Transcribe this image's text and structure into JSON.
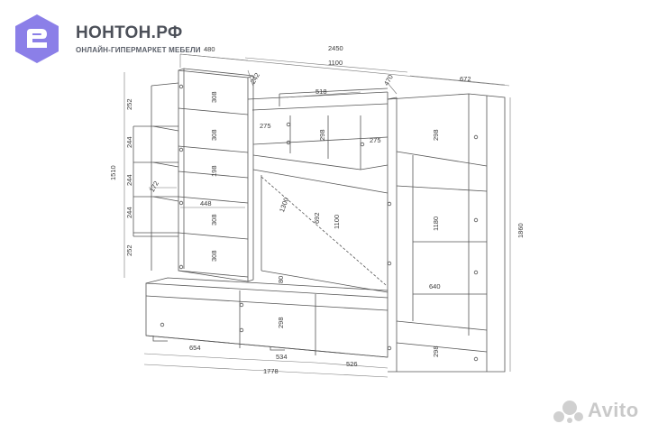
{
  "brand": {
    "name": "НОНТОН.РФ",
    "tagline": "ОНЛАЙН-ГИПЕРМАРКЕТ МЕБЕЛИ",
    "logo_color": "#8b7fe8"
  },
  "watermark": {
    "text": "Avito"
  },
  "dimensions": {
    "top_width": "2450",
    "mid_width": "1100",
    "left_depth": "480",
    "right_width": "672",
    "gap_242": "242",
    "gap_470": "470",
    "center_518": "518",
    "left_height": "1510",
    "right_height": "1860",
    "shelf_252_top": "252",
    "shelf_244_a": "244",
    "shelf_244_b": "244",
    "shelf_244_c": "244",
    "shelf_252_bottom": "252",
    "shelf_172": "172",
    "col_308_a": "308",
    "col_308_b": "308",
    "col_198": "198",
    "col_308_c": "308",
    "col_308_d": "308",
    "depth_448": "448",
    "niche_275_left": "275",
    "niche_298_center": "298",
    "niche_275_right": "275",
    "right_298_top": "298",
    "tv_1300": "1300",
    "tv_692": "692",
    "tv_1100": "1100",
    "right_1180": "1180",
    "right_640": "640",
    "tv_80": "80",
    "base_298_center": "298",
    "base_298_right": "298",
    "base_654": "654",
    "base_534": "534",
    "base_526": "526",
    "base_total_1778": "1778"
  }
}
